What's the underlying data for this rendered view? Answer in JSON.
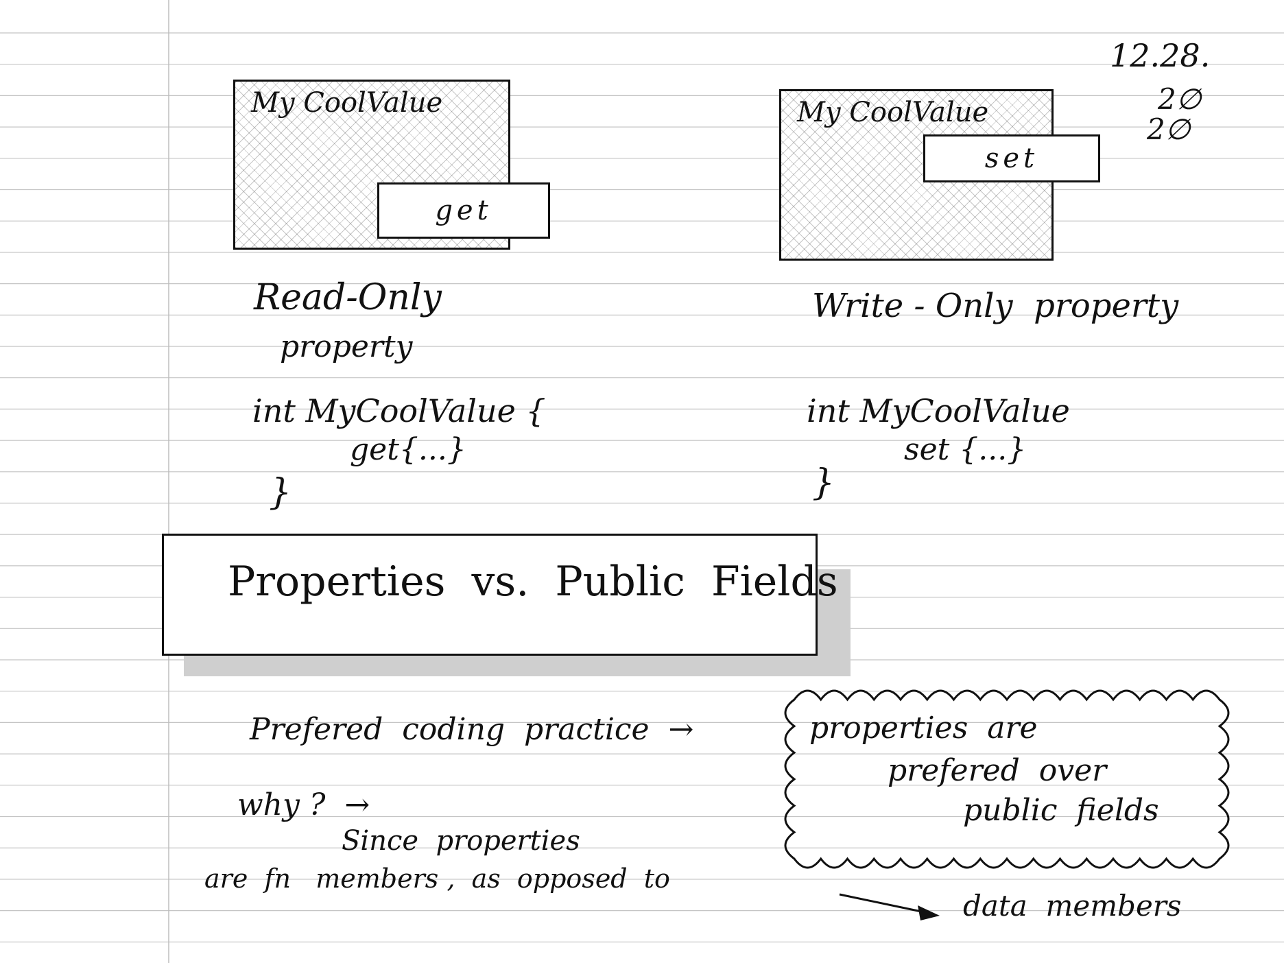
{
  "date": {
    "line1": "12.28.",
    "line2": "2∅",
    "line3": "2∅"
  },
  "readonly": {
    "box_label": "My CoolValue",
    "tag_label": "get",
    "caption_line1": "Read-Only",
    "caption_line2": "property",
    "code_line1": "int MyCoolValue {",
    "code_line2": "get{...}",
    "code_line3": "}"
  },
  "writeonly": {
    "box_label": "My CoolValue",
    "tag_label": "set",
    "caption": "Write - Only  property",
    "code_line1": "int MyCoolValue",
    "code_line2": "set {...}",
    "code_line3": "}"
  },
  "heading": {
    "title": "Properties  vs.  Public  Fields"
  },
  "notes": {
    "practice": "Prefered  coding  practice  →",
    "cloud_line1": "properties  are",
    "cloud_line2": "prefered  over",
    "cloud_line3": "public  fields",
    "why": "why ?  →",
    "since": "Since  properties",
    "members": "are  fn   members ,  as  opposed  to",
    "data_members": "data  members"
  }
}
